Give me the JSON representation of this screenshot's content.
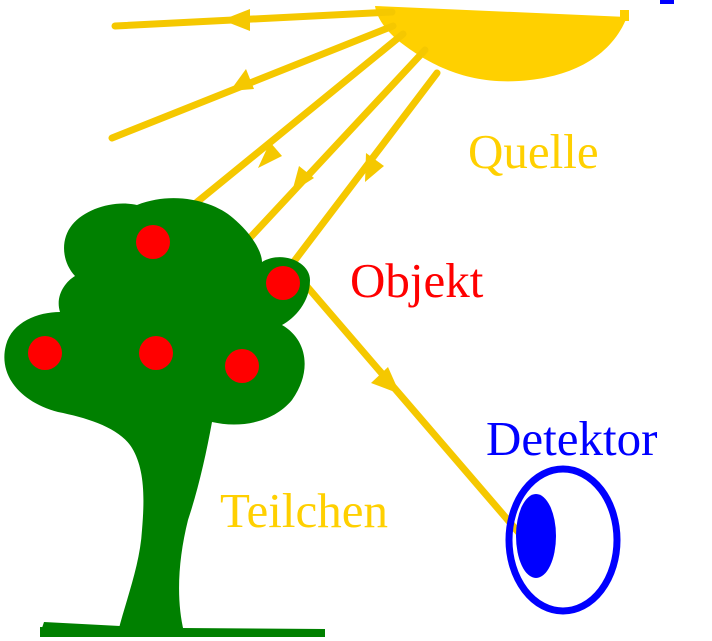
{
  "labels": {
    "source": "Quelle",
    "object": "Objekt",
    "particles": "Teilchen",
    "detector": "Detektor"
  },
  "colors": {
    "source": "#FFD000",
    "ray": "#F5C800",
    "object": "#FF0000",
    "tree": "#008000",
    "detector": "#0000FF",
    "background": "#FFFFFF"
  }
}
